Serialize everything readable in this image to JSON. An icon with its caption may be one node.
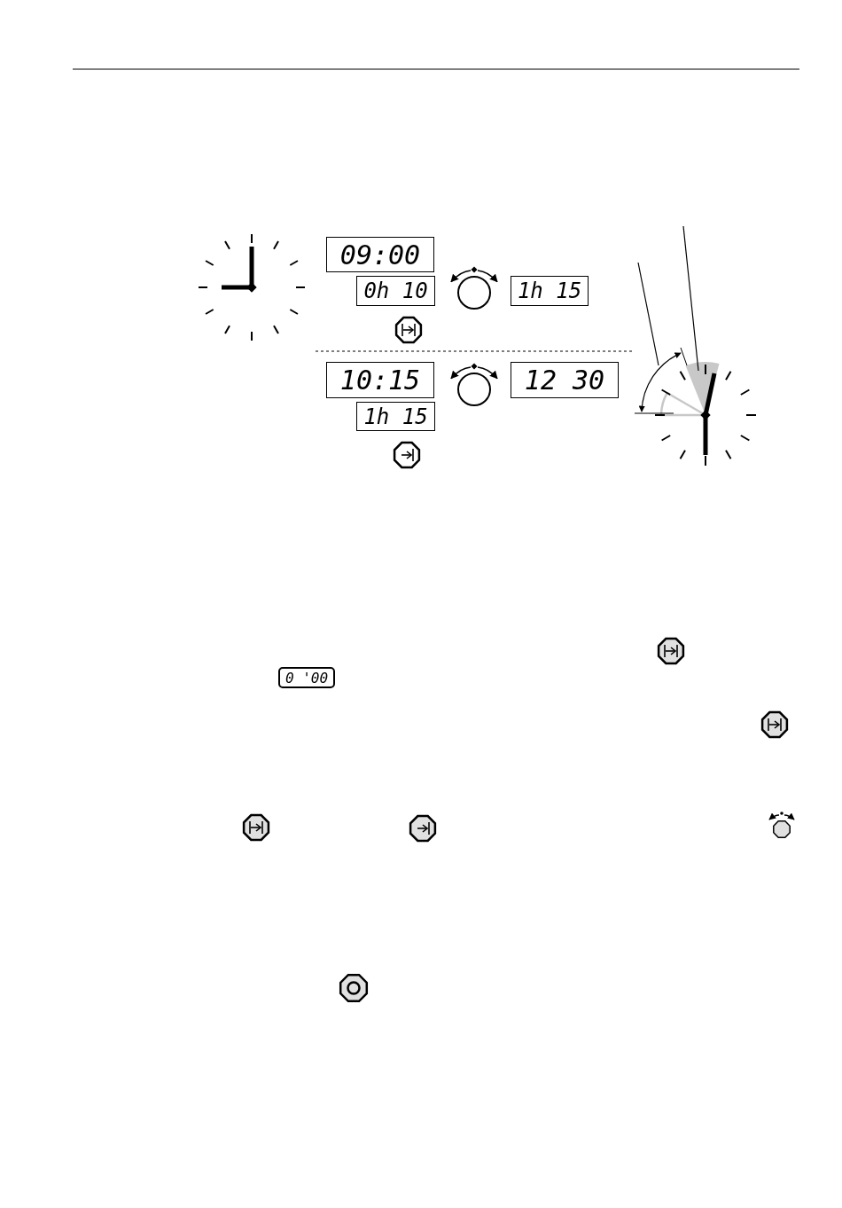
{
  "diagram": {
    "labels": [
      "09:00",
      "0h 10",
      "1h 15",
      "10:15",
      "12 30",
      "1h 15",
      "0 '00"
    ]
  }
}
